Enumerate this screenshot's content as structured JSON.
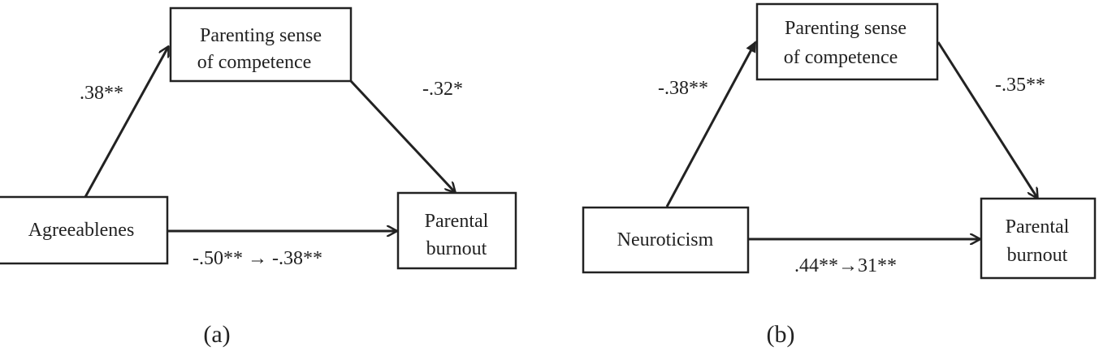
{
  "panels": [
    {
      "label": "(a)",
      "mediator": [
        "Parenting sense",
        "of competence"
      ],
      "predictor": "Agreeablenes",
      "outcome": [
        "Parental",
        "burnout"
      ],
      "path_a": ".38**",
      "path_b": "-.32*",
      "path_c": "-.50** → -.38**"
    },
    {
      "label": "(b)",
      "mediator": [
        "Parenting sense",
        "of competence"
      ],
      "predictor": "Neuroticism",
      "outcome": [
        "Parental",
        "burnout"
      ],
      "path_a": "-.38**",
      "path_b": "-.35**",
      "path_c": ".44**→31**"
    }
  ],
  "colors": {
    "line": "#222222",
    "text": "#222222",
    "background": "#ffffff"
  }
}
